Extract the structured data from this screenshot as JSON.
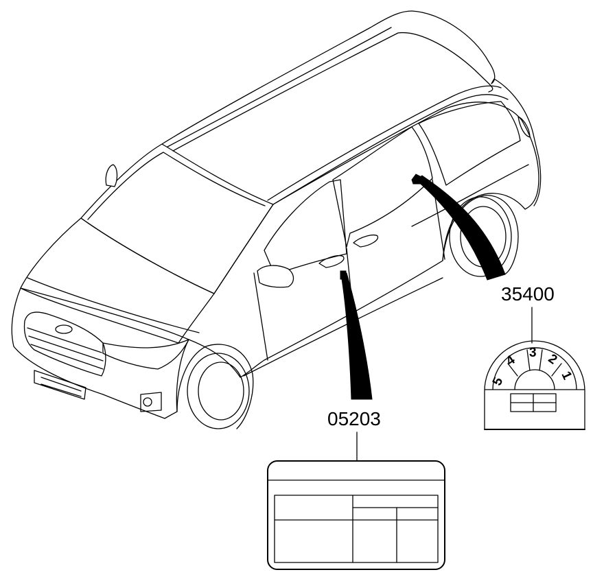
{
  "callouts": {
    "label_placard": "05203",
    "tire_pressure_dial": "35400"
  },
  "dial_numbers": [
    "5",
    "4",
    "3",
    "2",
    "1"
  ]
}
